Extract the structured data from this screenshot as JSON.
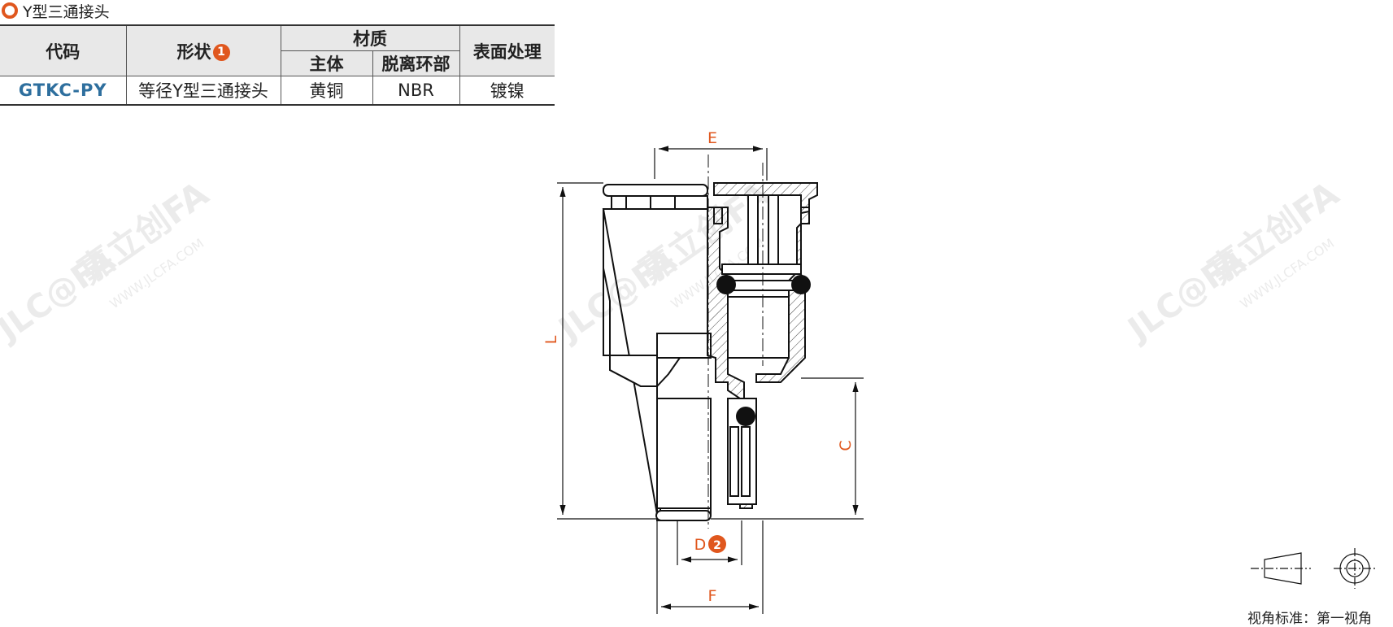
{
  "header": {
    "title": "Y型三通接头"
  },
  "table": {
    "col_code": "代码",
    "col_shape": "形状",
    "col_shape_badge": "1",
    "col_material": "材质",
    "col_main_body": "主体",
    "col_release_ring": "脱离环部",
    "col_surface": "表面处理",
    "rows": [
      {
        "code": "GTKC-PY",
        "shape": "等径Y型三通接头",
        "main_body": "黄铜",
        "release_ring": "NBR",
        "surface": "镀镍"
      }
    ]
  },
  "drawing": {
    "dim_E": "E",
    "dim_L": "L",
    "dim_C": "C",
    "dim_D": "D",
    "dim_D_badge": "2",
    "dim_F": "F",
    "dim_color": "#e0571e"
  },
  "watermark": {
    "brand": "JLC@FA",
    "cn": "嘉立创FA",
    "url": "WWW.JLCFA.COM"
  },
  "view_standard": {
    "label": "视角标准：第一视角"
  }
}
